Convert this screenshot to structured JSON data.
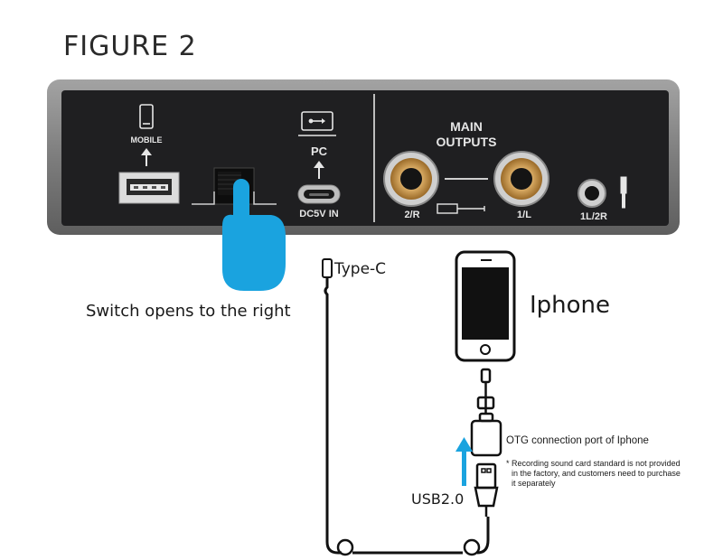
{
  "figure_title": "FIGURE 2",
  "panel": {
    "mobile_label": "MOBILE",
    "pc_label": "PC",
    "dc_label": "DC5V IN",
    "main_outputs_line1": "MAIN",
    "main_outputs_line2": "OUTPUTS",
    "jack_right_label": "2/R",
    "jack_left_label": "1/L",
    "headphone_label": "1L/2R"
  },
  "labels": {
    "switch_caption": "Switch opens to the right",
    "type_c": "Type-C",
    "iphone": "Iphone",
    "otg_port": "OTG connection port of Iphone",
    "note_line1": "* Recording sound card standard is not provided",
    "note_line2": "in the factory, and customers need to purchase",
    "note_line3": "it separately",
    "usb": "USB2.0"
  },
  "colors": {
    "panel_frame": "#8a8a8a",
    "panel_face": "#1f1f21",
    "hand": "#1aa3df",
    "arrow": "#1aa3df",
    "jack_gold": "#d29a4a"
  }
}
